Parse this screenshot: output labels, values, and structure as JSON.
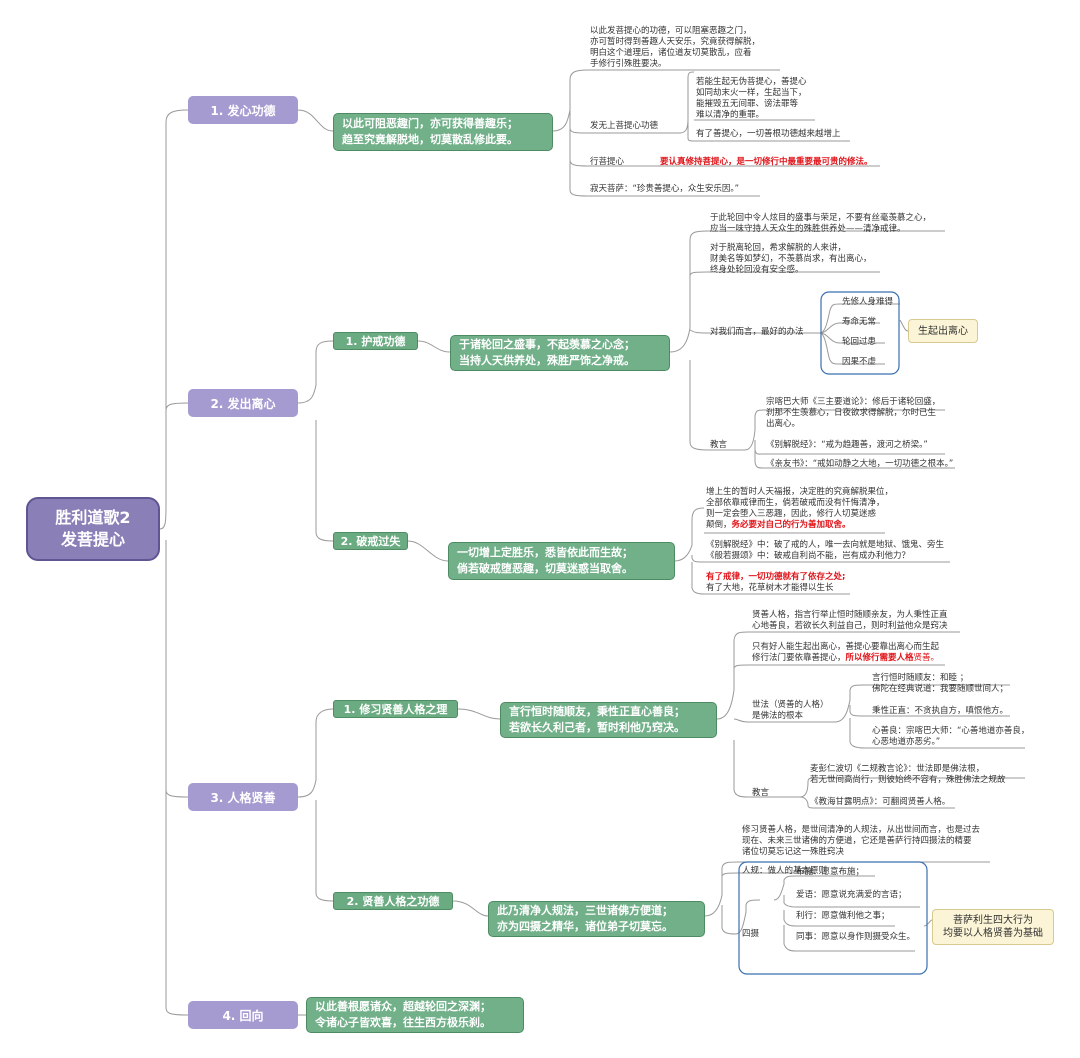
{
  "root": {
    "line1": "胜利道歌2",
    "line2": "发菩提心"
  },
  "sections": [
    {
      "label": "1. 发心功德"
    },
    {
      "label": "2. 发出离心"
    },
    {
      "label": "3. 人格贤善"
    },
    {
      "label": "4. 回向"
    }
  ],
  "s1": {
    "summary": [
      "以此可阻恶趣门，亦可获得善趣乐；",
      "趋至究竟解脱地，切莫散乱修此要。"
    ],
    "intro": [
      "以此发菩提心的功德，可以阻塞恶趣之门，",
      "亦可暂时得到善趣人天安乐，究竟获得解脱，",
      "明白这个道理后，诸位道友切莫散乱，应着",
      "手修行引殊胜要决。"
    ],
    "merit_label": "发无上菩提心功德",
    "merit_a": [
      "若能生起无伪菩提心，善提心",
      "如同劫末火一样，生起当下，",
      "能摧毁五无间罪、谤法罪等",
      "难以清净的重罪。"
    ],
    "merit_b": "有了善提心，一切善根功德越来越增上",
    "practice_label": "行菩提心",
    "practice_red": "要认真修持菩提心，是一切修行中最重要最可贵的修法。",
    "quote": "寂天菩萨：“珍贵善提心，众生安乐因。”"
  },
  "s2": {
    "a_label": "1. 护戒功德",
    "a_summary": [
      "于诸轮回之盛事，不起羡慕之心念；",
      "当持人天供养处，殊胜严饰之净戒。"
    ],
    "a_t1": [
      "于此轮回中令人炫目的盛事与荣足，不要有丝毫羡慕之心，",
      "应当一味守持人天众生的殊胜供养处——清净戒律。"
    ],
    "a_t2": [
      "对于脱离轮回，希求解脱的人来讲，",
      "财美名等如梦幻，不羡慕尚求，有出离心，",
      "终身处轮回没有安全感。"
    ],
    "best_label": "对我们而言，最好的办法",
    "methods": [
      "先修人身难得",
      "寿命无常",
      "轮回过患",
      "因果不虚"
    ],
    "methods_result": "生起出离心",
    "teach_label": "教言",
    "teach_1": [
      "宗喀巴大师《三主要道论》：修后于诸轮回盛，",
      "刹那不生羡慕心，日夜欲求得解脱，尔时已生",
      "出离心。"
    ],
    "teach_2": "《别解脱经》：“戒为趋趣善，渡河之桥梁。”",
    "teach_3": "《亲友书》：“戒如动静之大地，一切功德之根本。”",
    "b_label": "2. 破戒过失",
    "b_summary": [
      "一切增上定胜乐，悉皆依此而生故；",
      "倘若破戒堕恶趣，切莫迷惑当取舍。"
    ],
    "b_t1": [
      "增上生的暂时人天福报，决定胜的究竟解脱果位，",
      "全部依靠戒律而生，倘若破戒而没有忏悔清净，",
      "则一定会堕入三恶趣，因此，修行人切莫迷惑"
    ],
    "b_t1_end": "颠倒，",
    "b_t1_red": "务必要对自己的行为善加取舍。",
    "b_t2": [
      "《别解脱经》中：破了戒的人，唯一去向就是地狱、饿鬼、旁生",
      "《般若摄颂》中：破戒自利尚不能，岂有成办利他力？"
    ],
    "b_t3_red": "有了戒律，一切功德就有了依存之处;",
    "b_t3": "有了大地，花草树木才能得以生长"
  },
  "s3": {
    "a_label": "1. 修习贤善人格之理",
    "a_summary": [
      "言行恒时随顺友，秉性正直心善良；",
      "若欲长久利己者，暂时利他乃窍决。"
    ],
    "a_t1": [
      "贤善人格，指言行举止恒时随顺亲友，为人秉性正直",
      "心地善良，若欲长久利益自己，则时利益他众是窍决"
    ],
    "a_t2": [
      "只有好人能生起出离心，善提心要靠出离心而生起",
      "修行法门要依靠善提心，"
    ],
    "a_t2_red": "所以修行需要人格",
    "a_t2_tail": "贤善。",
    "world_label": [
      "世法（贤善的人格）",
      "是佛法的根本"
    ],
    "world_1": [
      "言行恒时随顺友：和睦  ；",
      "佛陀在经典说道：我要随顺世间人；"
    ],
    "world_2": "秉性正直：不贪执自方，嗔恨他方。",
    "world_3": [
      "心善良：宗喀巴大师：“心善地道亦善良，",
      "心恶地道亦恶劣。”"
    ],
    "teach_label": "教言",
    "teach_1": [
      "麦彭仁波切《二规教言论》：世法即是佛法根，",
      "若无世间高尚行，则彼始终不容有，殊胜佛法之规故"
    ],
    "teach_2": "《教海甘露明点》：可翻阅贤善人格。",
    "b_label": "2. 贤善人格之功德",
    "b_summary": [
      "此乃清净人规法，三世诸佛方便道；",
      "亦为四摄之精华，诸位弟子切莫忘。"
    ],
    "b_t1": [
      "修习贤善人格，是世间清净的人规法，从出世间而言，也是过去",
      "现在、未来三世诸佛的方便道，它还是善萨行持四摄法的精要",
      "诸位切莫忘记这一殊胜窍决"
    ],
    "rule": "人规：做人的基本原则",
    "four_label": "四摄",
    "four": [
      "布施：愿意布施；",
      "爱语：愿意说充满爱的言语；",
      "利行：愿意做利他之事；",
      "同事：愿意以身作则摄受众生。"
    ],
    "four_result": [
      "菩萨利生四大行为",
      "均要以人格贤善为基础"
    ]
  },
  "s4": {
    "summary": [
      "以此善根愿诸众，超越轮回之深渊；",
      "令诸心子皆欢喜，往生西方极乐刹。"
    ]
  }
}
